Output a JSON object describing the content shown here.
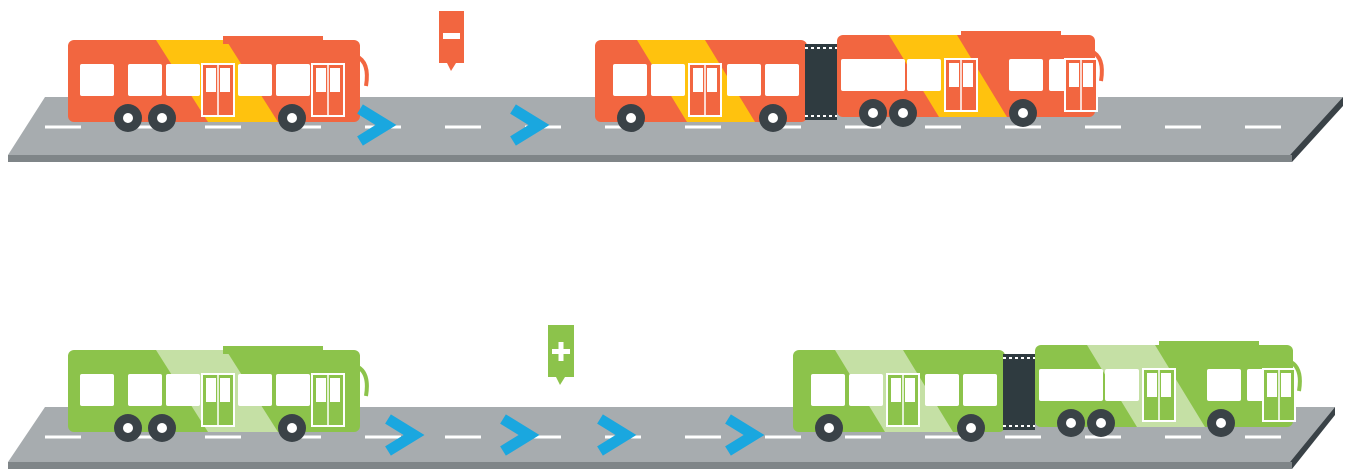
{
  "colors": {
    "background": "#ffffff",
    "road_top": "#a7acaf",
    "road_edge": "#7f8588",
    "road_dark": "#3a4247",
    "lane_dash": "#ffffff",
    "arrow": "#1aa7df",
    "wheel": "#3a4247",
    "hub": "#ffffff",
    "joint": "#2f3b40",
    "window": "#ffffff"
  },
  "rows": [
    {
      "id": "top",
      "bus_color": "#f26640",
      "stripe_color": "#ffc20e",
      "badge_color": "#f26640",
      "badge_symbol": "minus",
      "arrow_count": 2,
      "articulated_bus": true,
      "single_bus": true
    },
    {
      "id": "bottom",
      "bus_color": "#8cc34b",
      "stripe_color": "#c5e0a5",
      "badge_color": "#8cc34b",
      "badge_symbol": "plus",
      "arrow_count": 4,
      "articulated_bus": true,
      "single_bus": true
    }
  ]
}
